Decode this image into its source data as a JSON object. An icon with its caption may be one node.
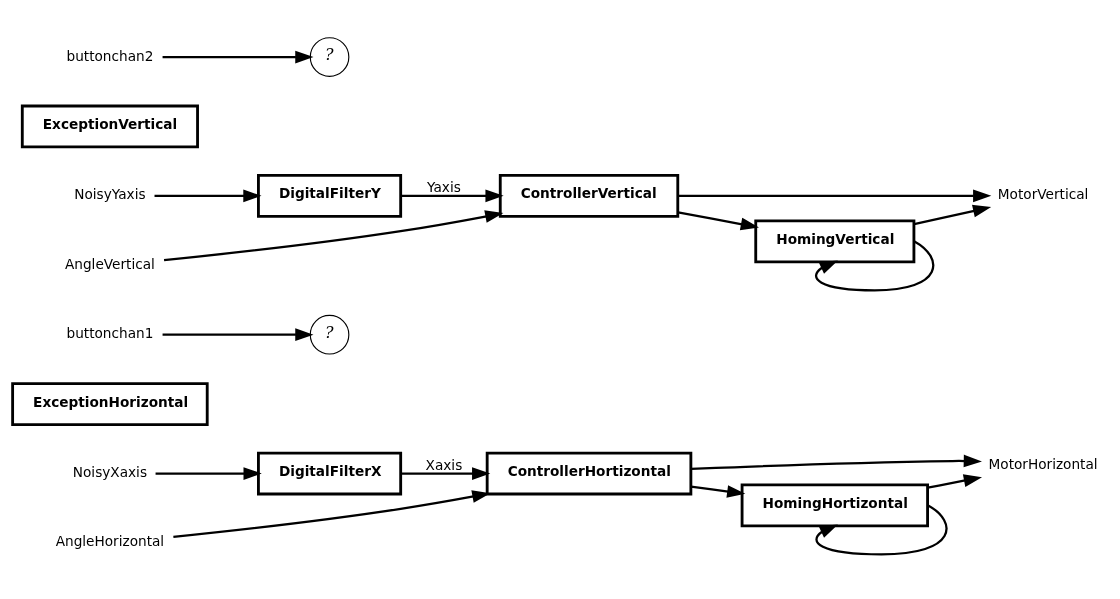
{
  "diagram": {
    "nodes": [
      {
        "text": [
          "NoisyXaxis"
        ]
      },
      {
        "text": [
          "DigitalFilterX"
        ]
      },
      {
        "text": [
          "ControllerHortizontal"
        ]
      },
      {
        "text": [
          "MotorHorizontal"
        ]
      },
      {
        "text": [
          "AngleHorizontal"
        ]
      },
      {
        "text": [
          "ExceptionHorizontal"
        ]
      },
      {
        "text": [
          "HomingHortizontal"
        ]
      },
      {
        "text": [
          "buttonchan1"
        ]
      },
      {
        "text": [
          "?"
        ]
      },
      {
        "text": [
          "NoisyYaxis"
        ]
      },
      {
        "text": [
          "DigitalFilterY"
        ]
      },
      {
        "text": [
          "ControllerVertical"
        ]
      },
      {
        "text": [
          "MotorVertical"
        ]
      },
      {
        "text": [
          "AngleVertical"
        ]
      },
      {
        "text": [
          "ExceptionVertical"
        ]
      },
      {
        "text": [
          "HomingVertical"
        ]
      },
      {
        "text": [
          "buttonchan2"
        ]
      },
      {
        "text": [
          "?"
        ]
      }
    ],
    "edges": [
      {
        "from": 0,
        "to": 1,
        "arrow": "to"
      },
      {
        "from": 1,
        "to": 2,
        "arrow": "to",
        "label": "Xaxis"
      },
      {
        "from": 2,
        "to": 3,
        "arrow": "to"
      },
      {
        "from": 6,
        "to": 3,
        "arrow": "to"
      },
      {
        "from": 4,
        "to": 2,
        "arrow": "to"
      },
      {
        "from": 2,
        "to": 6,
        "arrow": "to"
      },
      {
        "from": 6,
        "to": 6,
        "arrow": "to"
      },
      {
        "from": 7,
        "to": 8,
        "arrow": "to"
      },
      {
        "from": 9,
        "to": 10,
        "arrow": "to"
      },
      {
        "from": 10,
        "to": 11,
        "arrow": "to",
        "label": "Yaxis"
      },
      {
        "from": 11,
        "to": 12,
        "arrow": "to"
      },
      {
        "from": 15,
        "to": 12,
        "arrow": "to"
      },
      {
        "from": 13,
        "to": 11,
        "arrow": "to"
      },
      {
        "from": 11,
        "to": 15,
        "arrow": "to"
      },
      {
        "from": 15,
        "to": 15,
        "arrow": "to"
      },
      {
        "from": 16,
        "to": 17,
        "arrow": "to"
      }
    ]
  }
}
